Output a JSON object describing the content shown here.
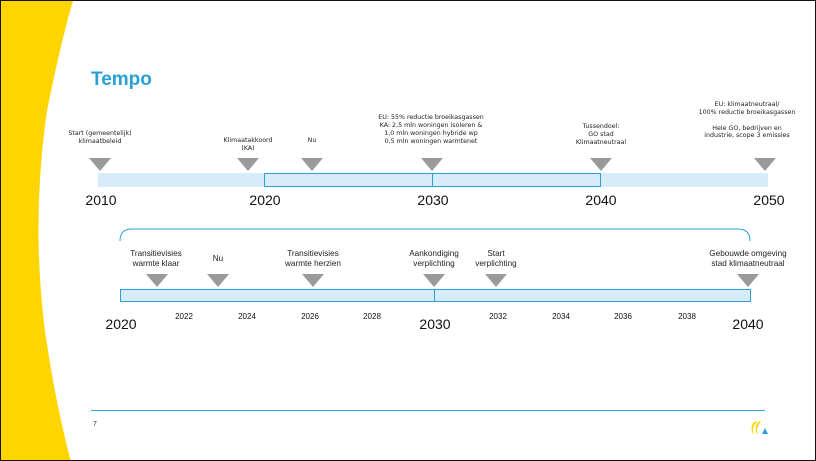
{
  "slide": {
    "title": "Tempo",
    "page_number": "7",
    "colors": {
      "accent": "#2b9fd8",
      "bar": "#d7ecfa",
      "marker": "#9a9a9a",
      "band": "#ffd500"
    }
  },
  "timeline_long": {
    "years": [
      "2010",
      "2020",
      "2030",
      "2040",
      "2050"
    ],
    "labels": {
      "start": "Start (gemeentelijk)\nklimaatbeleid",
      "ka": "Klimaatakkoord\n(KA)",
      "nu": "Nu",
      "eu2030": "EU: 55% reductie broeikasgassen\nKA: 2,5 mln woningen isoleren &\n1,0 mln woningen hybride wp\n0,5 mln woningen warmtenet",
      "tussendoel": "Tussendoel:\nGO stad\nKlimaatneutraal",
      "eu2050": "EU: klimaatneutraal/\n100% reductie broeikasgassen\n\nHele GO, bedrijven en\nindustrie, scope 3 emissies"
    }
  },
  "timeline_zoom": {
    "years_major": [
      "2020",
      "2030",
      "2040"
    ],
    "years_minor": [
      "2022",
      "2024",
      "2026",
      "2028",
      "2032",
      "2034",
      "2036",
      "2038"
    ],
    "labels": {
      "transitievisies_klaar": "Transitievisies\nwarmte klaar",
      "nu": "Nu",
      "transitievisies_herzien": "Transitievisies\nwarmte herzien",
      "aankondiging": "Aankondiging\nverplichting",
      "start": "Start\nverplichting",
      "gebouwde": "Gebouwde omgeving\nstad klimaatneutraal"
    }
  }
}
